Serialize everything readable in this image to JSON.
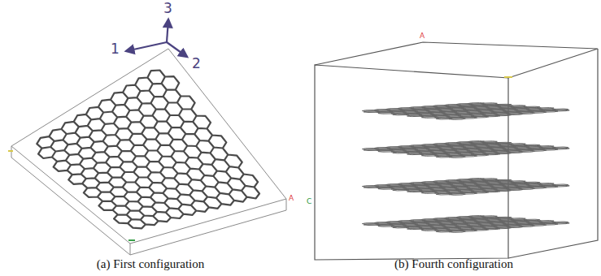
{
  "diagram": {
    "labels": [
      "3",
      "1",
      "2",
      "A",
      "A",
      "C",
      "(a) First configuration",
      "(b) Fourth configuration"
    ]
  }
}
